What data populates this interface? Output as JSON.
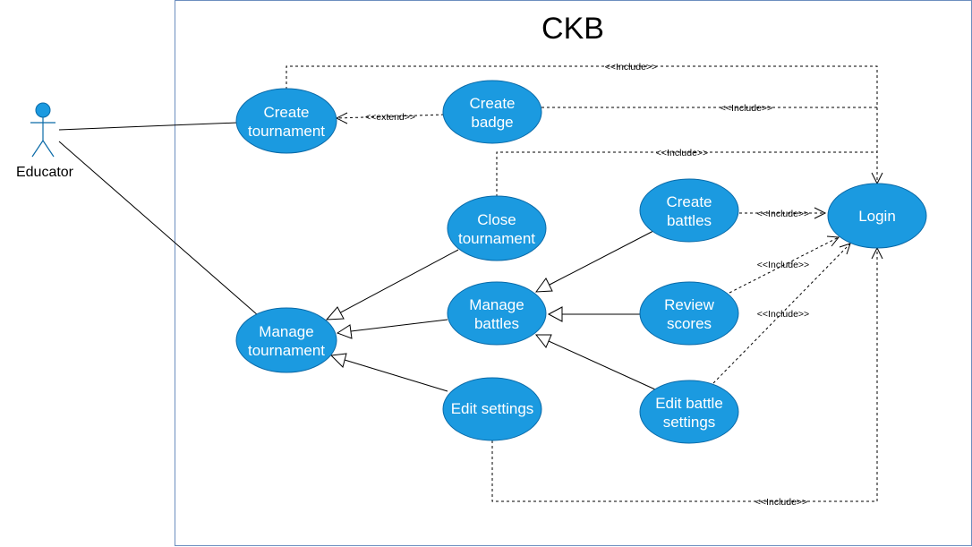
{
  "system": {
    "title": "CKB"
  },
  "actor": {
    "name": "Educator"
  },
  "colors": {
    "usecase_fill": "#1b9ae0",
    "usecase_stroke": "#0a6aa8",
    "actor_fill": "#1b9ae0",
    "boundary": "#6c8ebf"
  },
  "usecases": {
    "create_tournament": [
      "Create",
      "tournament"
    ],
    "create_badge": [
      "Create",
      "badge"
    ],
    "close_tournament": [
      "Close",
      "tournament"
    ],
    "create_battles": [
      "Create",
      "battles"
    ],
    "login": [
      "Login"
    ],
    "manage_tournament": [
      "Manage",
      "tournament"
    ],
    "manage_battles": [
      "Manage",
      "battles"
    ],
    "review_scores": [
      "Review",
      "scores"
    ],
    "edit_settings": [
      "Edit settings"
    ],
    "edit_battle_settings": [
      "Edit battle",
      "settings"
    ]
  },
  "relation_labels": {
    "include": "<<Include>>",
    "extend": "<<extend>>"
  }
}
